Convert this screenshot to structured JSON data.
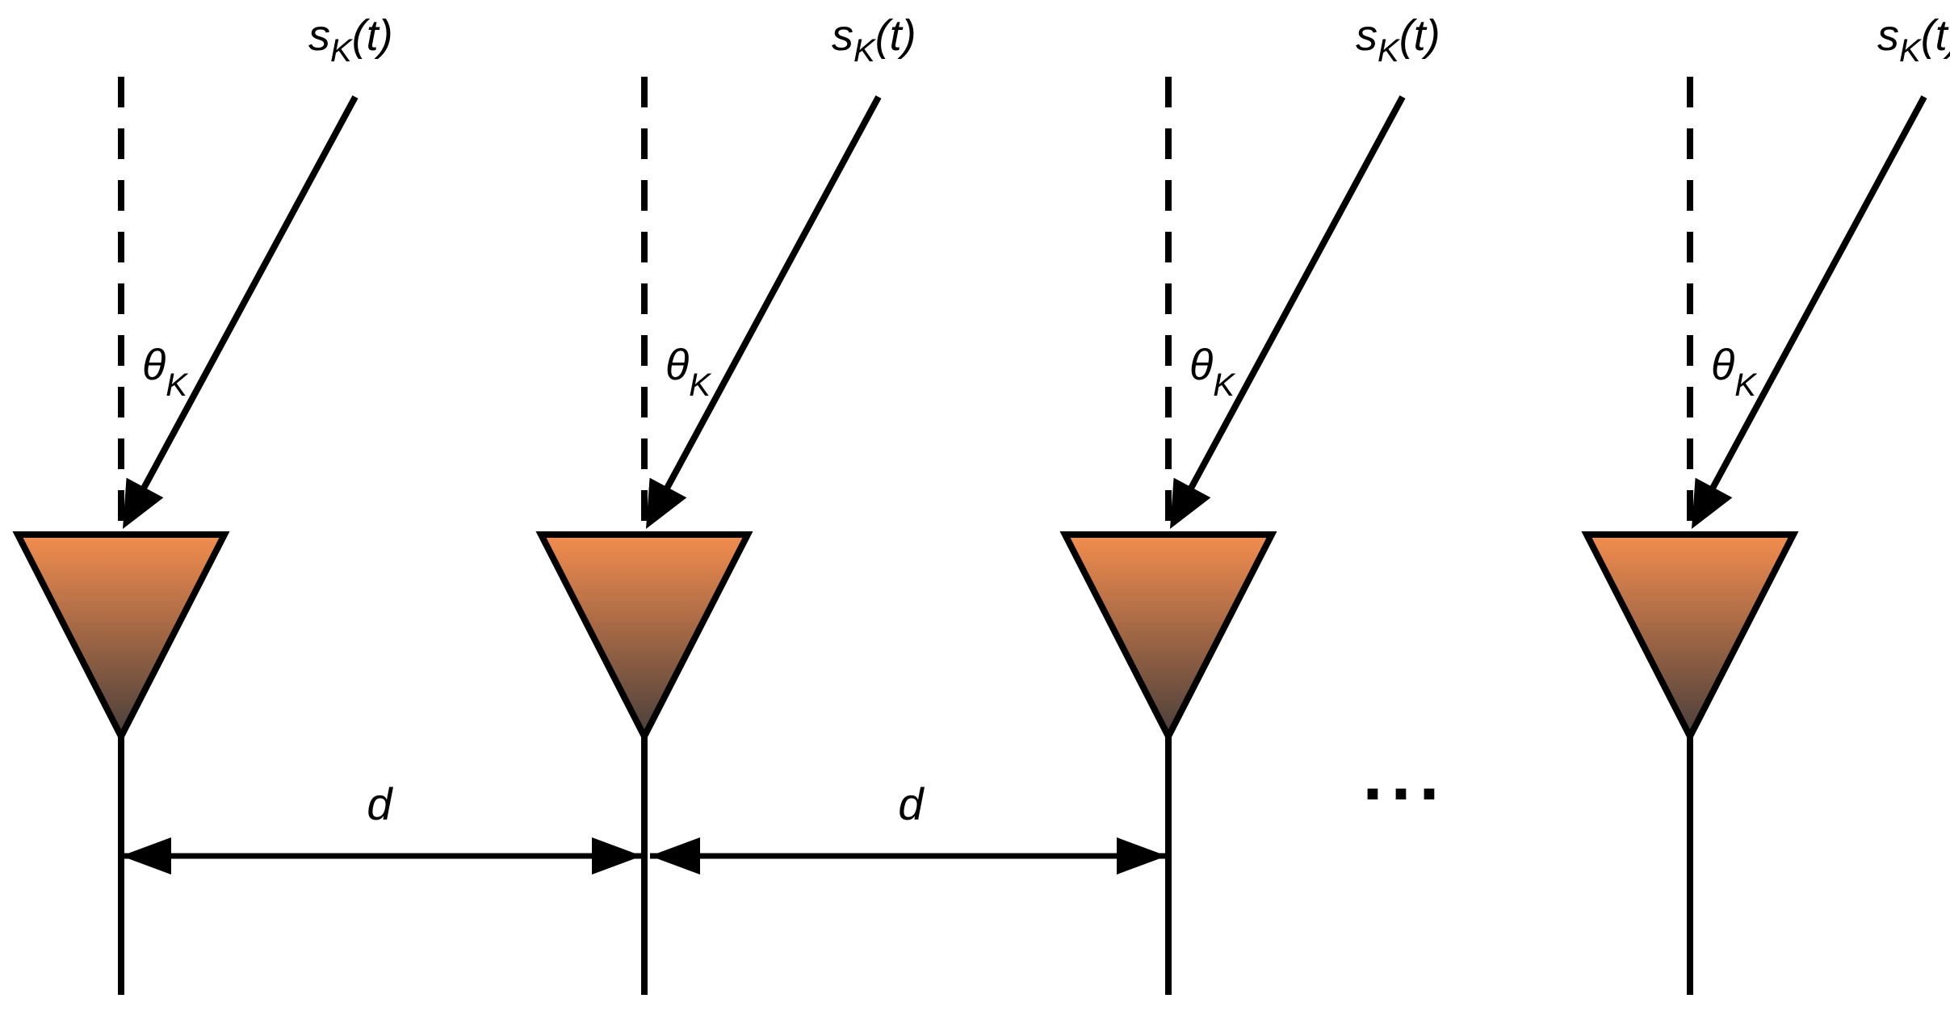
{
  "diagram": {
    "antenna_count": 4,
    "antenna_fill": {
      "top": "#f38d4e",
      "bottom": "#4a3f3b"
    },
    "stroke_color": "#000000",
    "signal_label": {
      "base": "s",
      "subscript": "K",
      "suffix": "(t)"
    },
    "angle_label": {
      "base": "θ",
      "subscript": "K"
    },
    "spacing_label": "d",
    "ellipsis": "..."
  }
}
